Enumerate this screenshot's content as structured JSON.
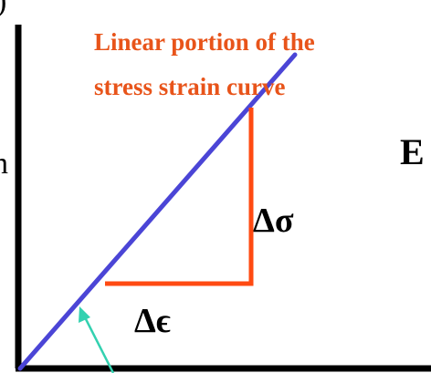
{
  "caption": {
    "line1": "Linear portion of the",
    "line2": "stress strain curve",
    "color": "#e8541a"
  },
  "labels": {
    "delta_sigma": "Δσ",
    "delta_epsilon": "Δϵ",
    "modulus": "E"
  },
  "edge_glyphs": {
    "top_left": ")",
    "left_mid": "n"
  },
  "colors": {
    "axes": "#000000",
    "line": "#4b45d6",
    "triangle": "#ff4a12",
    "arrow": "#33d1b0"
  }
}
